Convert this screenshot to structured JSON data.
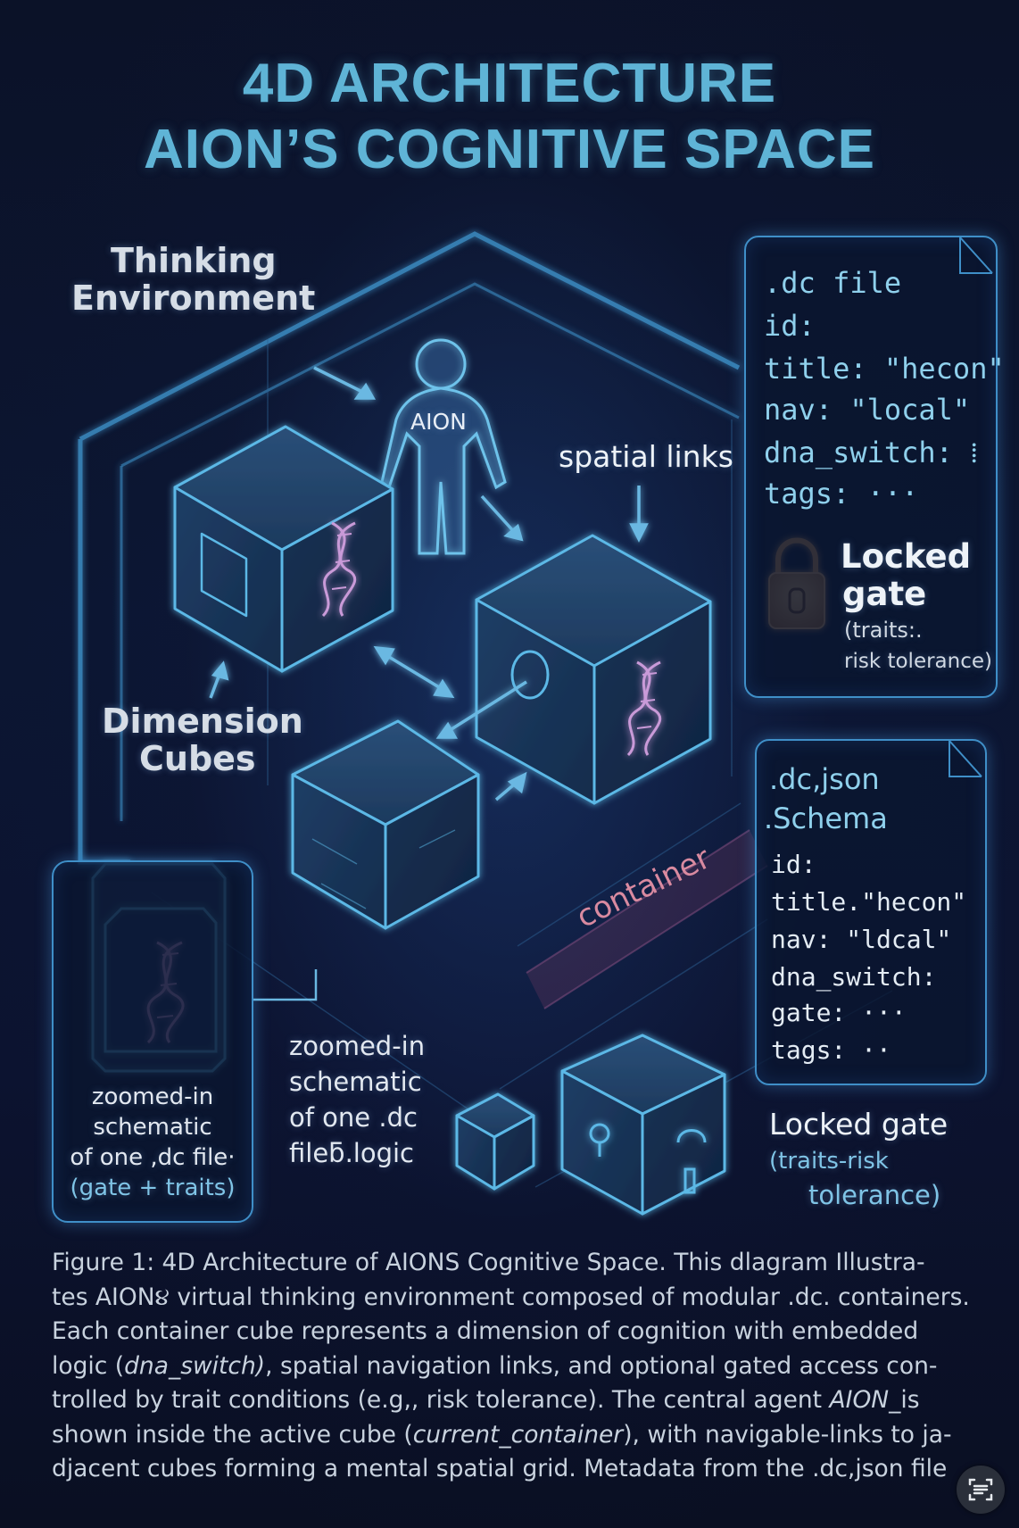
{
  "title": {
    "line1": "4D ARCHITECTURE",
    "line2": "AION’S COGNITIVE SPACE"
  },
  "labels": {
    "thinking_environment_1": "Thinking",
    "thinking_environment_2": "Environment",
    "agent": "AION",
    "spatial_links": "spatial links",
    "dimension_cubes_1": "Dimension",
    "dimension_cubes_2": "Cubes",
    "container": "container",
    "zoom_center": [
      "zoomed-in",
      "schematic",
      "of one .dc",
      "fileƃ.logic"
    ],
    "zoom_left": [
      "zoomed-in",
      "schematic",
      "of one ,dc file·",
      "(gate + traits)"
    ],
    "locked_gate_bottom": "Locked gate",
    "locked_gate_bottom_sub1": "(traits-risk",
    "locked_gate_bottom_sub2": "tolerance)"
  },
  "dc_file": {
    "header": ".dc file",
    "lines": [
      "id:",
      "title: \"hecon\"",
      "nav: \"local\"",
      "dna_switch: ⁞",
      "tags: ···"
    ],
    "gate_title_1": "Locked",
    "gate_title_2": "gate",
    "gate_sub_1": "(traits:.",
    "gate_sub_2": "risk tolerance)"
  },
  "dc_json": {
    "header_1": ".dc,json",
    "header_2": ".Schema",
    "lines": [
      "id:",
      "title.\"hecon\"",
      "nav: \"ldcal\"",
      "dna_switch:",
      "gate: ···",
      "tags: ··"
    ]
  },
  "caption": {
    "l1": "Figure 1: 4D Architecture of AIONS Cognitive Space. This dlagram Illustra-",
    "l2": "tes AION૪ virtual thinking environment composed of modular .dc. containers.",
    "l3": "Each container cube represents a dimension of cognition with embedded",
    "l4a": "logic (",
    "l4em": "dna_switch)",
    "l4b": ", spatial navigation links, and optional gated access con-",
    "l5a": "trolled by trait conditions (e.g,, risk tolerance). The central agent ",
    "l5em": "AION_",
    "l5b": "is",
    "l6a": "shown inside the active cube (",
    "l6em": "current_container",
    "l6b": "), with navigable-links to ja-",
    "l7": "djacent cubes forming a mental spatial grid. Metadata from the .dc,json file"
  },
  "colors": {
    "title": "#5fb4d6",
    "cube_edge": "#5bb8e6",
    "dna": "#c99ad8",
    "container_text": "#d98aa0",
    "lock": "#e0a060"
  },
  "icons": [
    "person-icon",
    "dna-icon",
    "lock-icon",
    "keyhole-icon",
    "text-scan-icon"
  ]
}
